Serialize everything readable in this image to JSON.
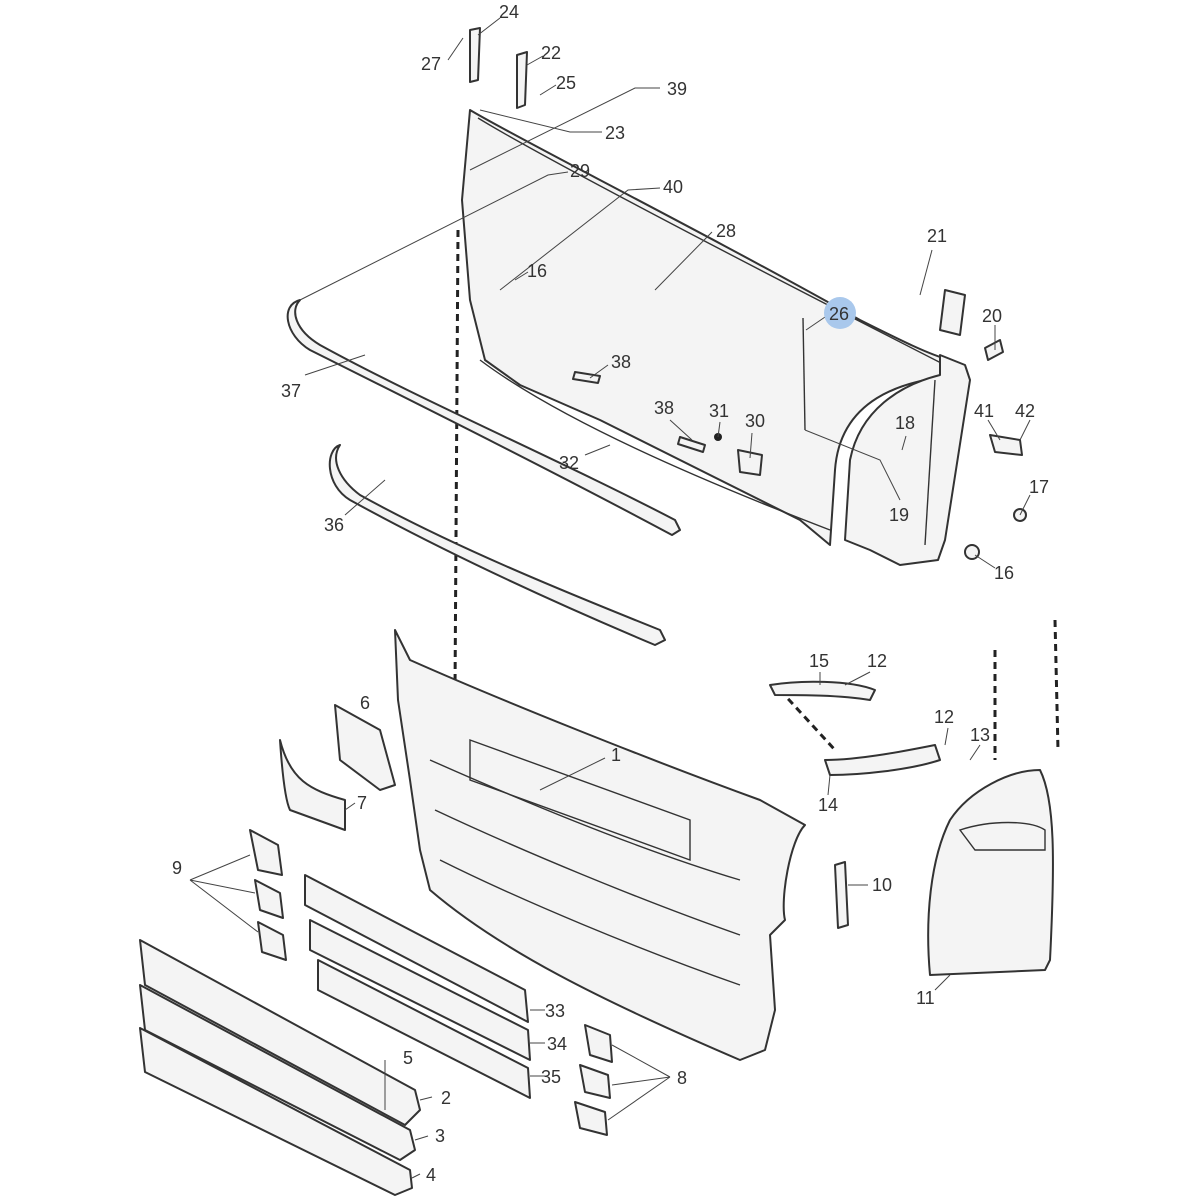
{
  "highlight_color": "#a9c8ec",
  "highlighted_part": "26",
  "labels": {
    "p24": "24",
    "p27": "27",
    "p22": "22",
    "p25": "25",
    "p39": "39",
    "p23": "23",
    "p29": "29",
    "p40": "40",
    "p28": "28",
    "p16a": "16",
    "p21": "21",
    "p26": "26",
    "p20": "20",
    "p38a": "38",
    "p38b": "38",
    "p31": "31",
    "p30": "30",
    "p18": "18",
    "p41": "41",
    "p42": "42",
    "p37": "37",
    "p32": "32",
    "p17": "17",
    "p19": "19",
    "p36": "36",
    "p16b": "16",
    "p15": "15",
    "p12a": "12",
    "p6": "6",
    "p12b": "12",
    "p13": "13",
    "p1": "1",
    "p7": "7",
    "p14": "14",
    "p9": "9",
    "p10": "10",
    "p11": "11",
    "p33": "33",
    "p34": "34",
    "p5": "5",
    "p35": "35",
    "p8": "8",
    "p2": "2",
    "p3": "3",
    "p4": "4"
  }
}
